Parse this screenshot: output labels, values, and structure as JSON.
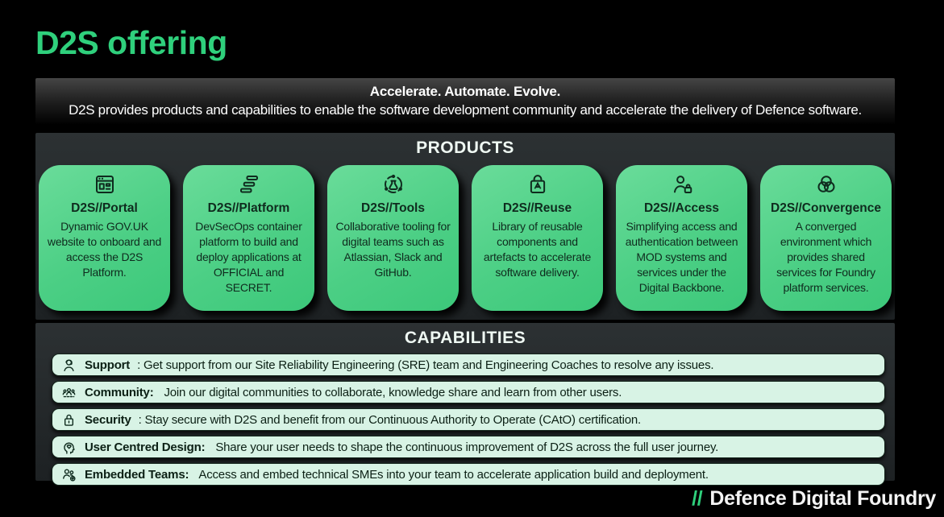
{
  "page": {
    "title": "D2S offering"
  },
  "banner": {
    "headline": "Accelerate. Automate. Evolve.",
    "subline": "D2S provides products and capabilities to enable the software development community and accelerate the delivery of Defence software."
  },
  "products": {
    "header": "PRODUCTS",
    "cards": [
      {
        "icon": "portal-icon",
        "title": "D2S//Portal",
        "text": "Dynamic GOV.UK website to onboard and access the D2S Platform."
      },
      {
        "icon": "platform-icon",
        "title": "D2S//Platform",
        "text": "DevSecOps container platform to build and deploy applications at OFFICIAL and SECRET."
      },
      {
        "icon": "tools-icon",
        "title": "D2S//Tools",
        "text": "Collaborative tooling for digital teams such as Atlassian, Slack and GitHub."
      },
      {
        "icon": "reuse-icon",
        "title": "D2S//Reuse",
        "text": "Library of reusable components and artefacts to accelerate software delivery."
      },
      {
        "icon": "access-icon",
        "title": "D2S//Access",
        "text": "Simplifying access and authentication between MOD systems and services under the Digital Backbone."
      },
      {
        "icon": "convergence-icon",
        "title": "D2S//Convergence",
        "text": "A converged environment which provides shared services for Foundry platform services."
      }
    ]
  },
  "capabilities": {
    "header": "CAPABILITIES",
    "rows": [
      {
        "icon": "support-icon",
        "label": "Support",
        "text": ": Get support from our Site Reliability Engineering (SRE) team and Engineering Coaches to resolve any issues."
      },
      {
        "icon": "community-icon",
        "label": "Community:",
        "text": " Join our digital communities to collaborate, knowledge share and learn from other users."
      },
      {
        "icon": "security-icon",
        "label": "Security",
        "text": ": Stay secure with D2S and benefit from our Continuous Authority to Operate (CAtO) certification."
      },
      {
        "icon": "ucd-icon",
        "label": "User Centred Design:",
        "text": " Share your user needs to shape the continuous improvement of D2S across the full user journey."
      },
      {
        "icon": "embedded-teams-icon",
        "label": "Embedded Teams:",
        "text": " Access and embed technical SMEs into your team to accelerate application build and deployment."
      }
    ]
  },
  "footer": {
    "slashes": "//",
    "brand": "Defence Digital Foundry"
  },
  "colors": {
    "accent_green": "#2fd07c",
    "card_green_top": "#6adc9a",
    "card_green_bottom": "#3cc87a",
    "capability_row_green": "#d8f3e5",
    "panel_dark": "#23282a",
    "banner_gradient_top": "#454545",
    "dark_text": "#0f2b1e",
    "background": "#000000",
    "white_text": "#ffffff"
  }
}
